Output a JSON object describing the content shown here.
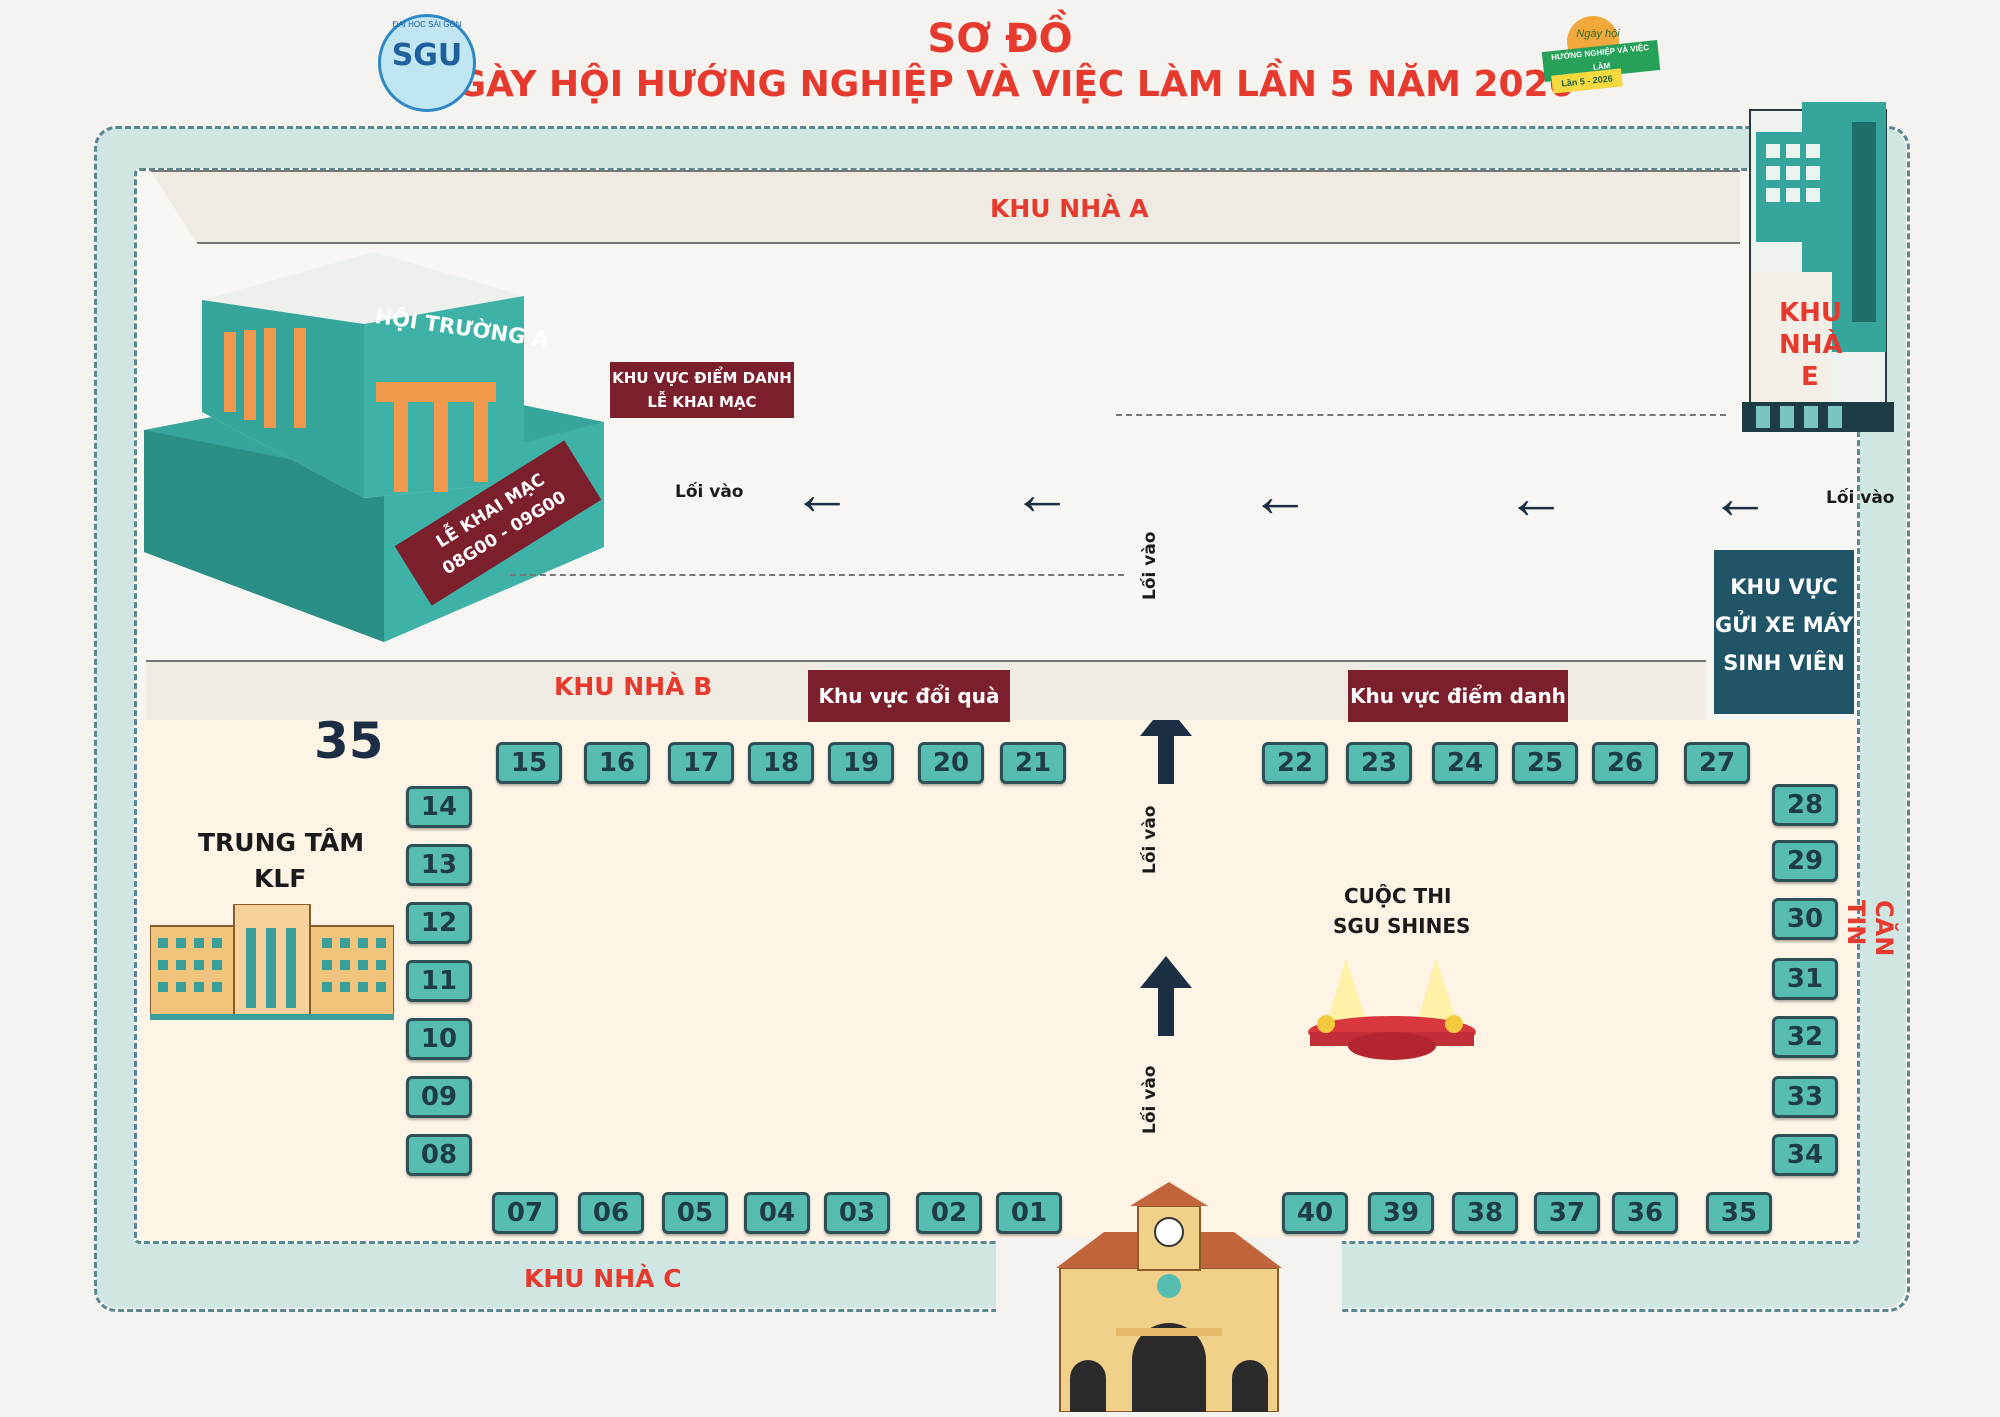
{
  "header": {
    "title_line1": "SƠ ĐỒ",
    "title_line2": "NGÀY HỘI HƯỚNG NGHIỆP VÀ VIỆC LÀM LẦN 5 NĂM 2026"
  },
  "logo": {
    "text": "SGU",
    "sub": "ĐẠI HỌC SÀI GÒN"
  },
  "event_badge": {
    "top": "Ngày hội",
    "subtitle": "HƯỚNG NGHIỆP VÀ VIỆC LÀM",
    "tag": "Lần 5 - 2026"
  },
  "zones": {
    "khu_nha_a": "KHU NHÀ A",
    "khu_nha_b": "KHU NHÀ B",
    "khu_nha_c": "KHU NHÀ C",
    "khu_nha_e": [
      "KHU",
      "NHÀ",
      "E"
    ],
    "can_tin": "CĂN TIN",
    "hoi_truong": "HỘI TRƯỜNG A",
    "trung_tam_klf": [
      "TRUNG TÂM",
      "KLF"
    ],
    "cuoc_thi": [
      "CUỘC THI",
      "SGU SHINES"
    ],
    "booth_label_35": "35"
  },
  "signs": {
    "diem_danh_le_khai_mac": [
      "KHU VỰC ĐIỂM DANH",
      "LỄ KHAI MẠC"
    ],
    "le_khai_mac": [
      "LỄ KHAI MẠC",
      "08G00 - 09G00"
    ],
    "doi_qua": "Khu vực đổi quà",
    "diem_danh": "Khu vực điểm danh",
    "gui_xe": [
      "KHU VỰC",
      "GỬI XE MÁY",
      "SINH VIÊN"
    ]
  },
  "entrance_label": "Lối vào",
  "booths": {
    "top_left": [
      "15",
      "16",
      "17",
      "18",
      "19",
      "20",
      "21"
    ],
    "top_right": [
      "22",
      "23",
      "24",
      "25",
      "26",
      "27"
    ],
    "left_column": [
      "14",
      "13",
      "12",
      "11",
      "10",
      "09",
      "08"
    ],
    "bottom_left": [
      "07",
      "06",
      "05",
      "04",
      "03",
      "02",
      "01"
    ],
    "bottom_right": [
      "40",
      "39",
      "38",
      "37",
      "36",
      "35"
    ],
    "right_column": [
      "28",
      "29",
      "30",
      "31",
      "32",
      "33",
      "34"
    ]
  },
  "colors": {
    "title_red": "#e63a2e",
    "booth_fill": "#58bdb1",
    "maroon": "#7a1f2b",
    "road": "#cfe6e3",
    "ground": "#fdf4e6",
    "parking": "#1f5566"
  }
}
